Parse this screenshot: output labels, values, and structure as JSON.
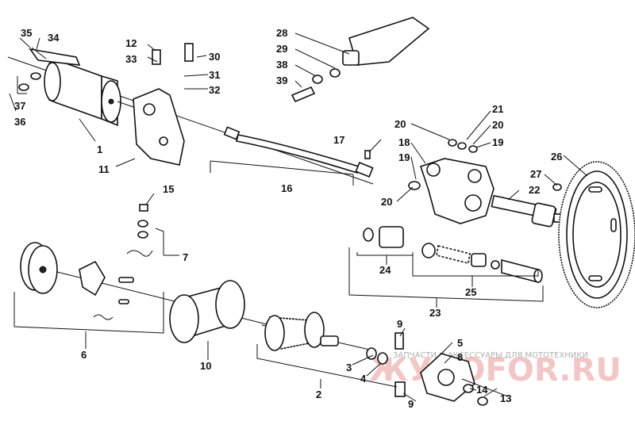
{
  "callouts": {
    "c1": "1",
    "c2": "2",
    "c3": "3",
    "c4": "4",
    "c5": "5",
    "c6": "6",
    "c7": "7",
    "c8": "8",
    "c9a": "9",
    "c9b": "9",
    "c10": "10",
    "c11": "11",
    "c12": "12",
    "c13": "13",
    "c14": "14",
    "c15": "15",
    "c16": "16",
    "c17": "17",
    "c18": "18",
    "c19a": "19",
    "c19b": "19",
    "c20a": "20",
    "c20b": "20",
    "c20c": "20",
    "c21": "21",
    "c22": "22",
    "c23": "23",
    "c24": "24",
    "c25": "25",
    "c26": "26",
    "c27": "27",
    "c28": "28",
    "c29": "29",
    "c30": "30",
    "c31": "31",
    "c32": "32",
    "c33": "33",
    "c34": "34",
    "c35": "35",
    "c36": "36",
    "c37": "37",
    "c38": "38",
    "c39": "39"
  },
  "watermark": {
    "caption": "ЗАПЧАСТИ И АКСЕССУАРЫ ДЛЯ МОТОТЕХНИКИ",
    "logo": "ЖУКОFOR.RU"
  }
}
